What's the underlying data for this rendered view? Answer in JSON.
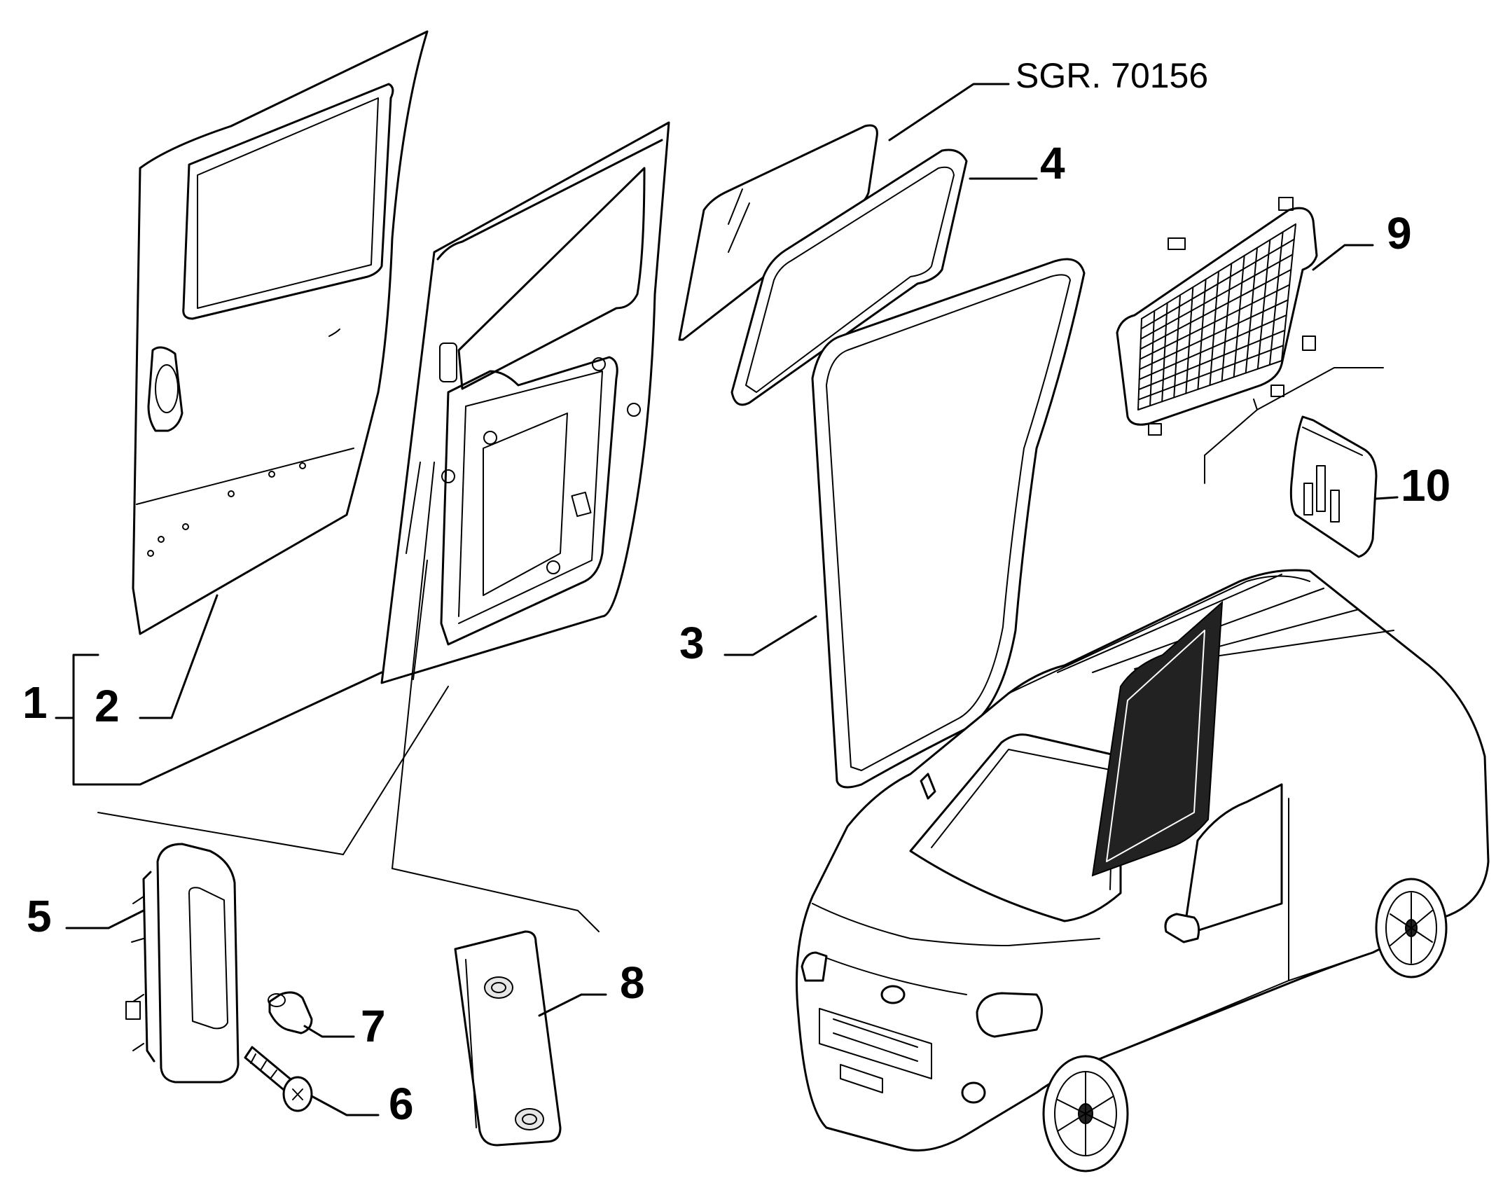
{
  "reference": "SGR. 70156",
  "callouts": {
    "c1": "1",
    "c2": "2",
    "c3": "3",
    "c4": "4",
    "c5": "5",
    "c6": "6",
    "c7": "7",
    "c8": "8",
    "c9": "9",
    "c10": "10"
  }
}
